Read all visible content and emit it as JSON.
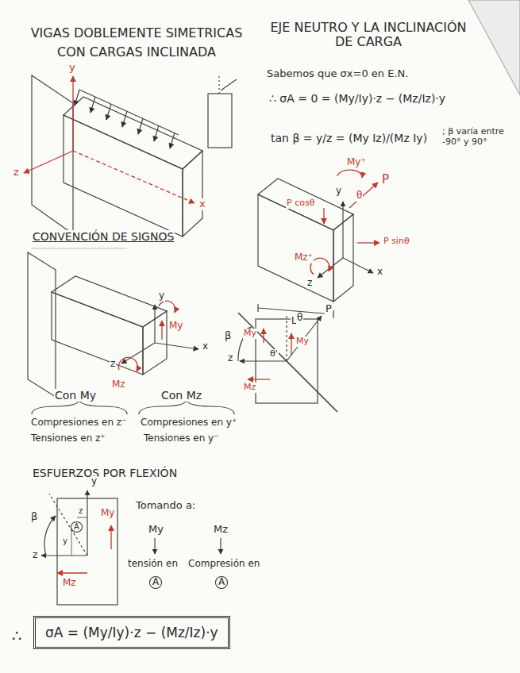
{
  "diagram": {
    "title": "VIGAS DOBLEMENTE SIMETRICAS CON CARGAS INCLINADA",
    "nodes": [
      {
        "text": [
          "σA = (My/Iy)·z − (Mz/Iz)·y"
        ]
      }
    ],
    "labels": [
      "EJE NEUTRO Y LA INCLINACIÓN DE CARGA",
      "Sabemos que σx=0 en E.N.",
      "∴ σA = 0 = (My/Iy)·z − (Mz/Iz)·y",
      "tan β = y/z = (My Iz)/(Mz Iy)",
      "; β varía entre -90° y 90°",
      "y",
      "z",
      "x",
      "CONVENCIÓN DE SIGNOS",
      "y",
      "z",
      "x",
      "My",
      "Mz",
      "Con My",
      "Compresiones en z⁻",
      "Tensiones en z⁺",
      "Con Mz",
      "Compresiones en y⁺",
      "Tensiones en y⁻",
      "ESFUERZOS POR FLEXIÓN",
      "β",
      "y",
      "z",
      "z",
      "y",
      "A",
      "My",
      "Mz",
      "Tomando a:",
      "My",
      "Mz",
      "tensión en",
      "A",
      "Compresión en",
      "A",
      "∴",
      "My⁺",
      "y",
      "P cosθ",
      "θ",
      "P",
      "P sinθ",
      "Mz⁺",
      "z",
      "x",
      "L",
      "β",
      "θ",
      "P",
      "My",
      "My",
      "Mz",
      "θ'",
      "z"
    ]
  }
}
